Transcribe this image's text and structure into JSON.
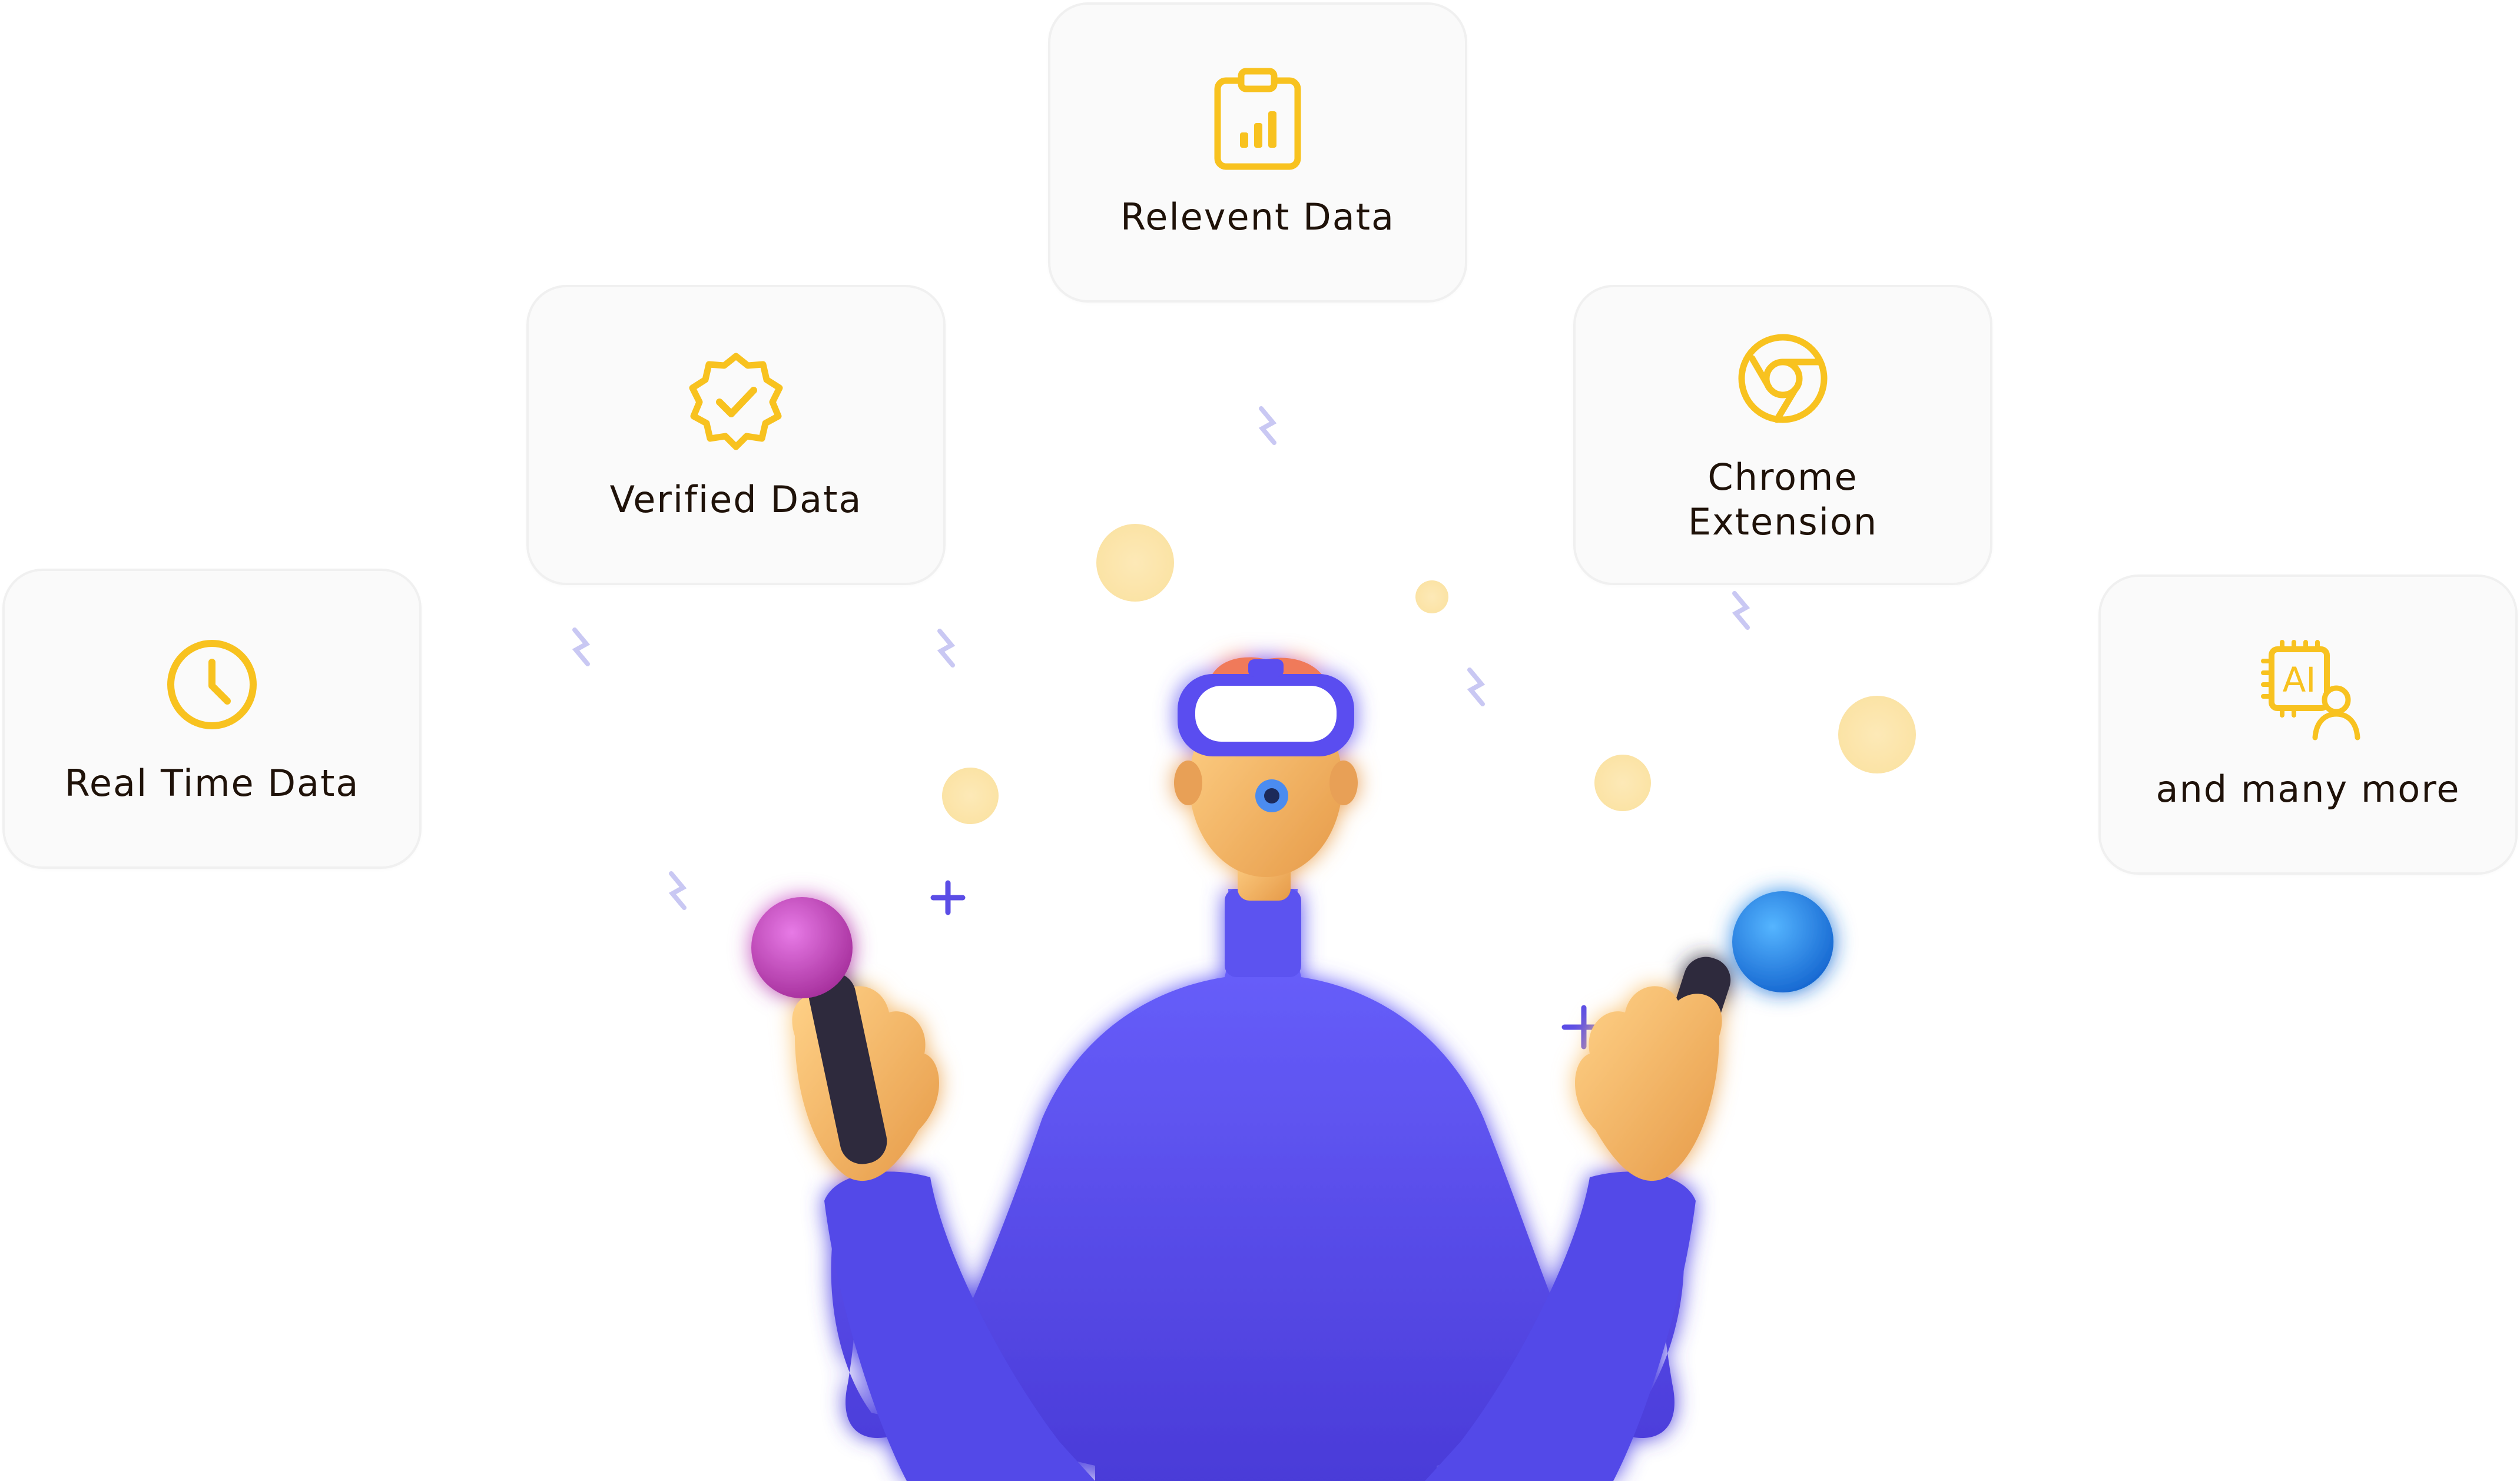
{
  "accent_color": "#f8c21f",
  "figure": {
    "sweater_color": "#5a4df0",
    "skin_color": "#f3b867",
    "left_controller_color": "#cf4bc7",
    "right_controller_color": "#2e8ef0",
    "headset_color": "#5a4df0"
  },
  "features": [
    {
      "label": "Real Time Data",
      "icon": "clock-icon"
    },
    {
      "label": "Verified Data",
      "icon": "verified-badge-icon"
    },
    {
      "label": "Relevent Data",
      "icon": "clipboard-chart-icon"
    },
    {
      "label": "Chrome Extension",
      "icon": "chrome-icon"
    },
    {
      "label": "and many more",
      "icon": "ai-chip-user-icon"
    }
  ]
}
